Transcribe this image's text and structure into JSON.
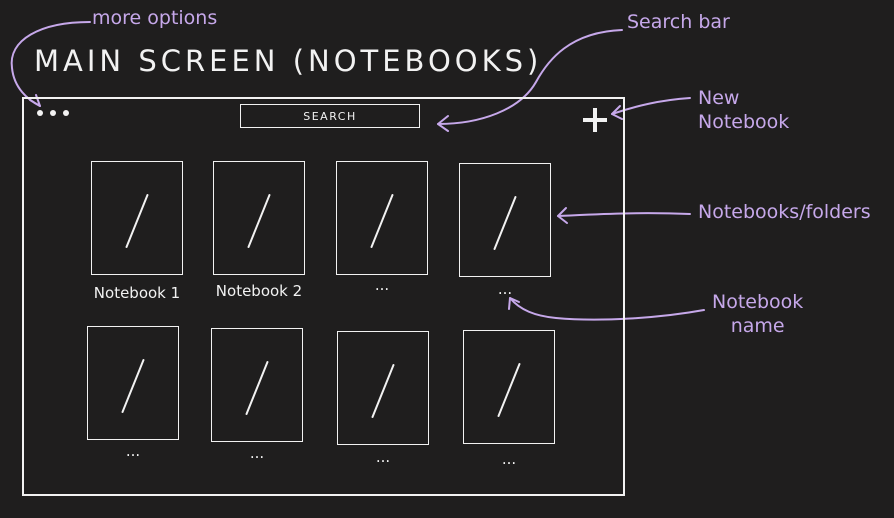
{
  "title": "MAIN SCREEN (NOTEBOOKS)",
  "annotations": {
    "more_options": "more options",
    "search_bar": "Search bar",
    "new_notebook_line1": "New",
    "new_notebook_line2": "Notebook",
    "notebooks_folders": "Notebooks/folders",
    "notebook_name_line1": "Notebook",
    "notebook_name_line2": "name"
  },
  "toolbar": {
    "search_label": "SEARCH",
    "more_options_icon": "ellipsis-icon",
    "add_icon": "plus-icon"
  },
  "notebooks": [
    {
      "label": "Notebook 1"
    },
    {
      "label": "Notebook 2"
    },
    {
      "label": "..."
    },
    {
      "label": "..."
    },
    {
      "label": "..."
    },
    {
      "label": "..."
    },
    {
      "label": "..."
    },
    {
      "label": "..."
    }
  ],
  "colors": {
    "background": "#1f1e1e",
    "sketch": "#f2f2f2",
    "annotation": "#c6a8ea"
  }
}
